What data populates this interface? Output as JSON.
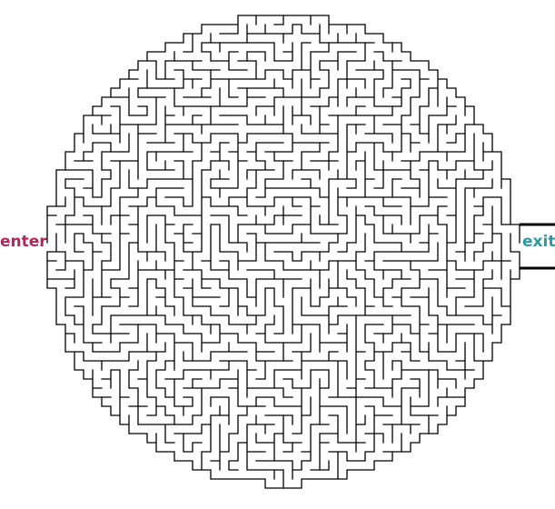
{
  "maze": {
    "shape": "circle",
    "wall_color": "#000000",
    "background_color": "#ffffff"
  },
  "labels": {
    "enter": "enter",
    "exit": "exit"
  },
  "colors": {
    "enter": "#b5245a",
    "exit": "#2a9aa6"
  }
}
